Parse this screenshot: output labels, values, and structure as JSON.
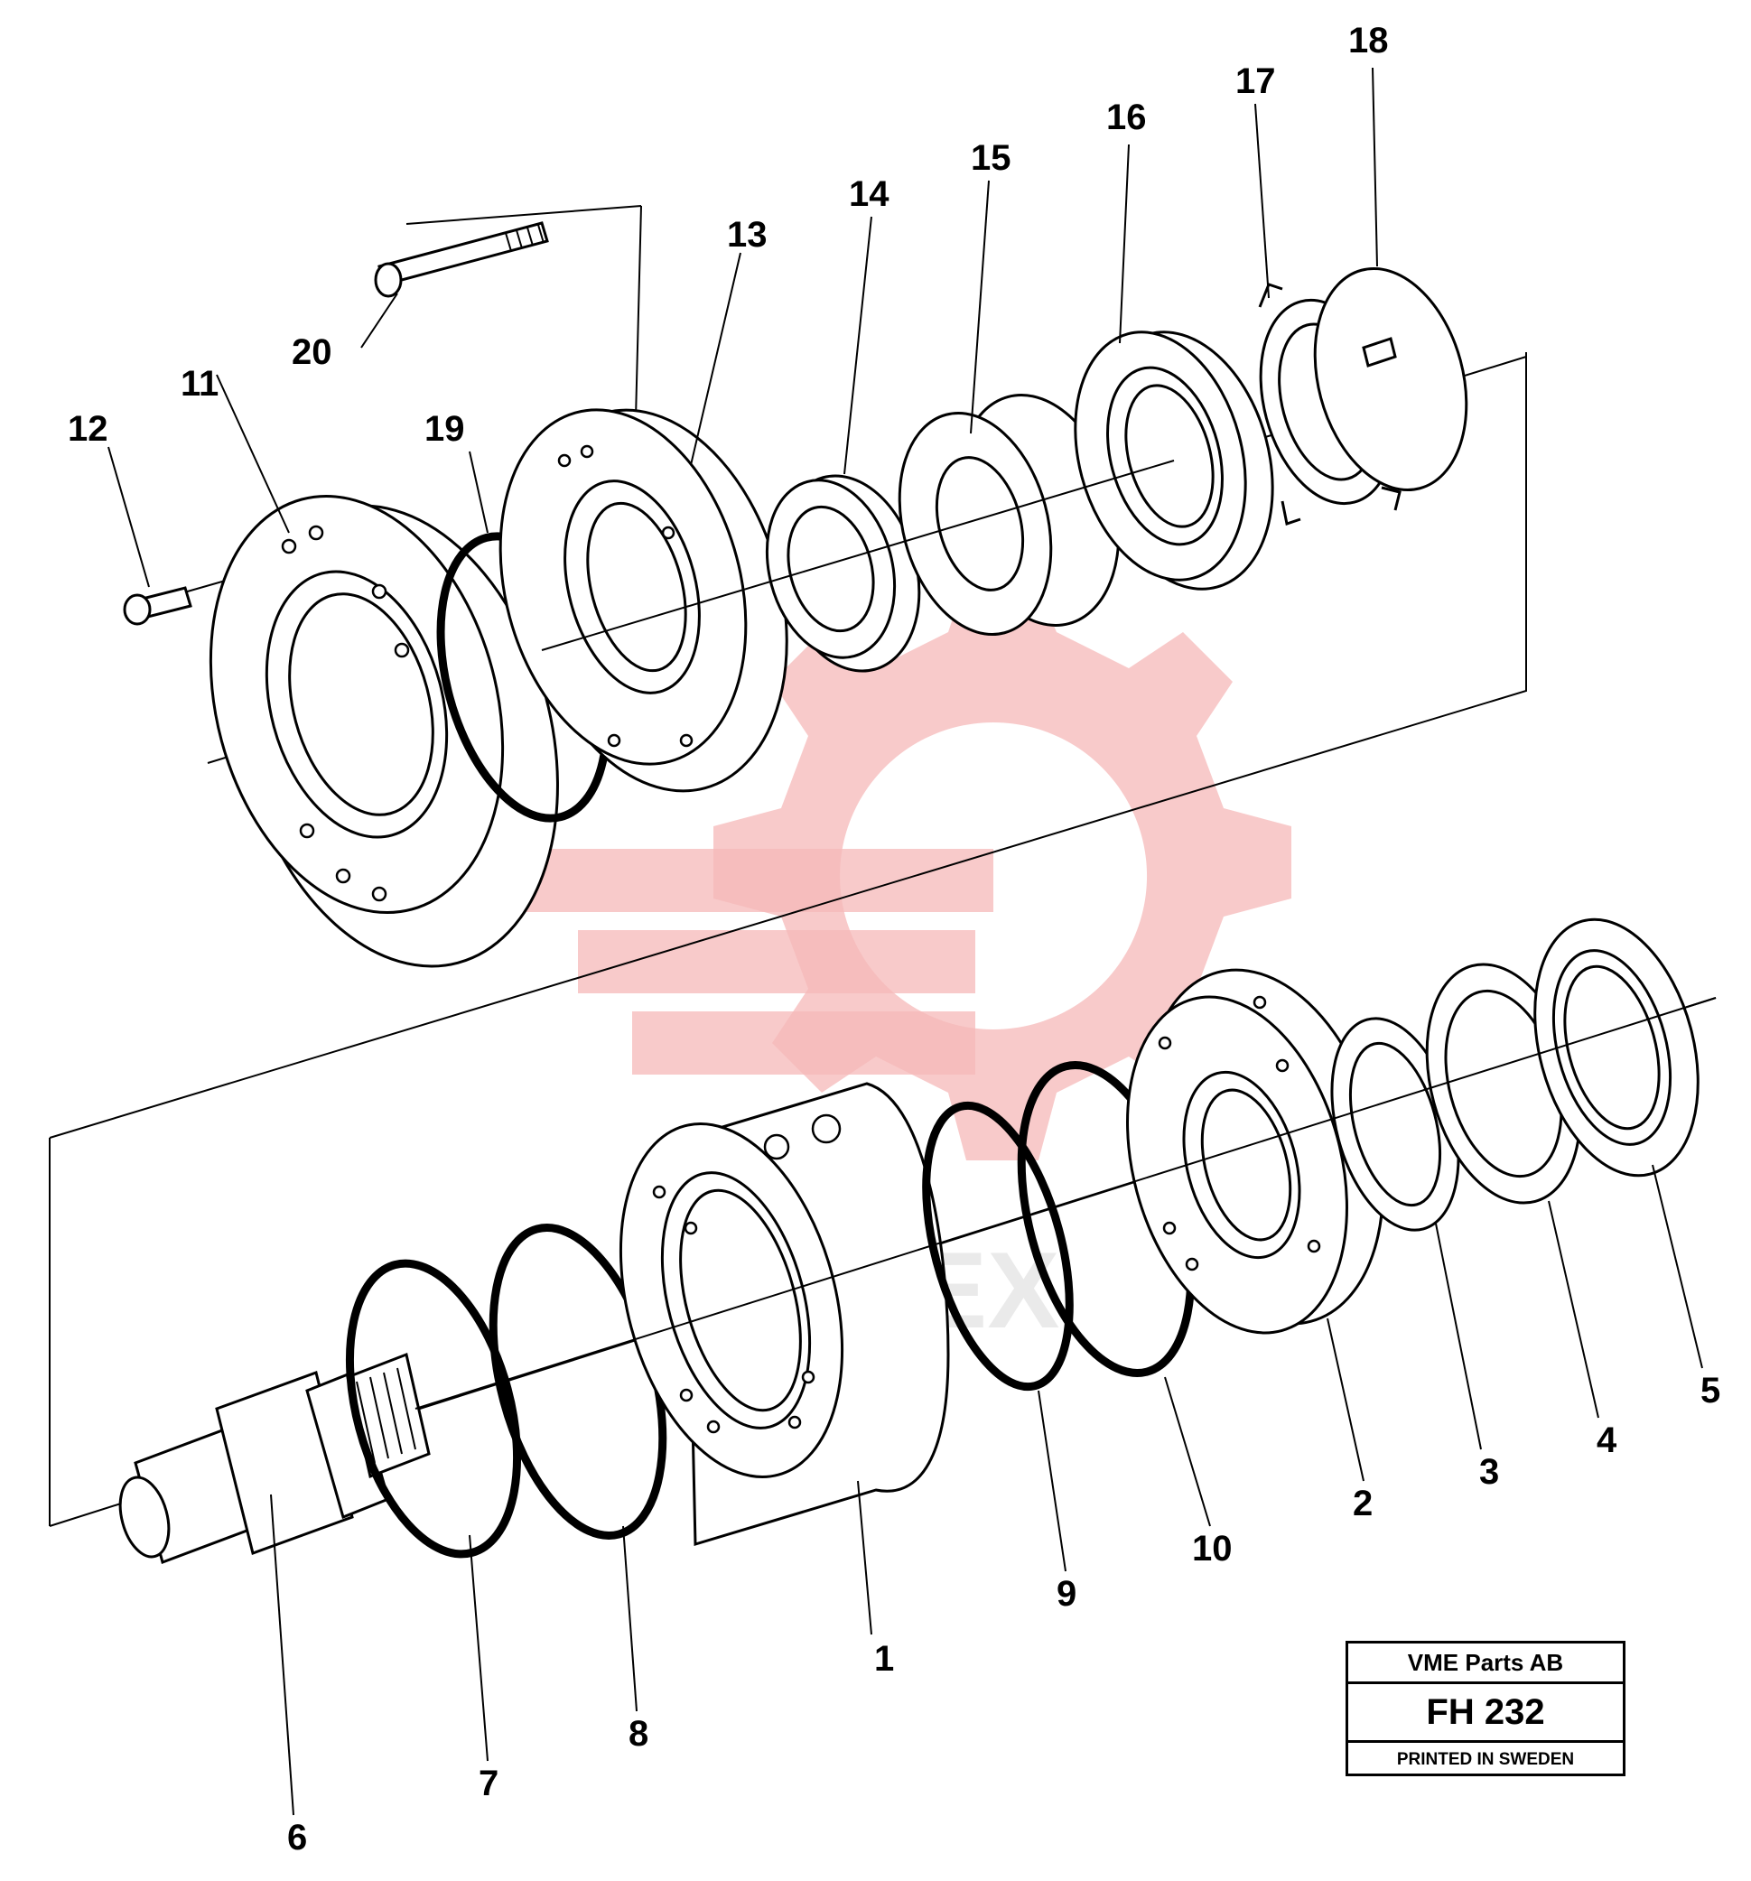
{
  "callouts": {
    "c1": "1",
    "c2": "2",
    "c3": "3",
    "c4": "4",
    "c5": "5",
    "c6": "6",
    "c7": "7",
    "c8": "8",
    "c9": "9",
    "c10": "10",
    "c11": "11",
    "c12": "12",
    "c13": "13",
    "c14": "14",
    "c15": "15",
    "c16": "16",
    "c17": "17",
    "c18": "18",
    "c19": "19",
    "c20": "20"
  },
  "title_block": {
    "company": "VME Parts AB",
    "code": "FH 232",
    "printed": "PRINTED IN SWEDEN"
  },
  "watermark": {
    "text": "VIHTEX",
    "color": "#f5b8b8"
  }
}
